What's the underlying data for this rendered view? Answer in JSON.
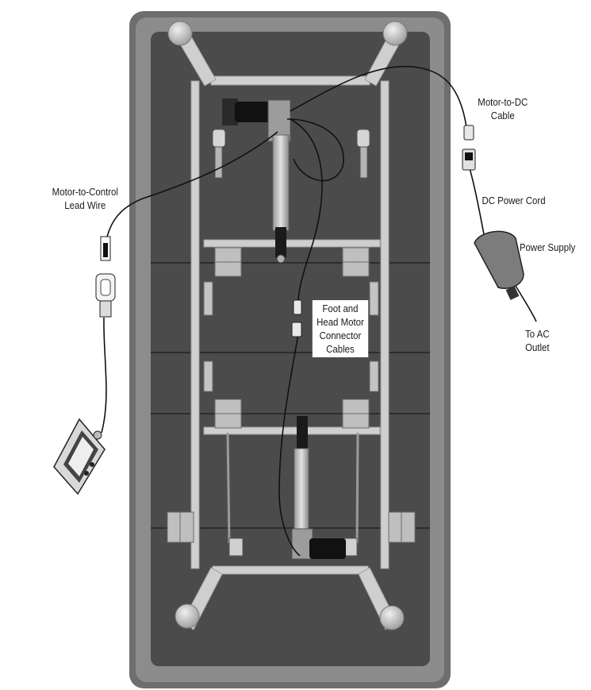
{
  "labels": {
    "motor_to_dc_cable": "Motor-to-DC\nCable",
    "dc_power_cord": "DC Power Cord",
    "power_supply": "Power Supply",
    "to_ac_outlet": "To AC\nOutlet",
    "motor_to_control_lead_wire": "Motor-to-Control\nLead Wire",
    "foot_and_head_motor_connector_cables": "Foot and\nHead Motor\nConnector\nCables"
  },
  "colors": {
    "bed_outer": "#6e6e6e",
    "bed_inner": "#8c8c8c",
    "deck": "#4a4a4a",
    "frame": "#c8c8c8",
    "cable": "#111111"
  }
}
